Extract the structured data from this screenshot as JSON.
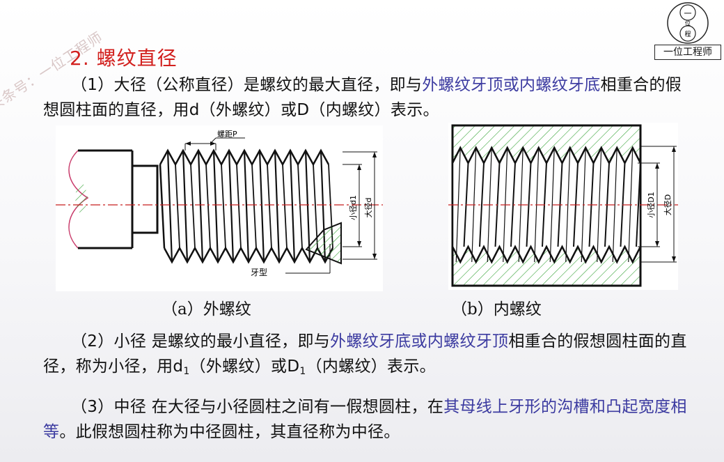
{
  "watermark": "头条号：一位工程师",
  "logo": {
    "text": "一位工程师",
    "glyph_top": "一",
    "glyph_mid": "位",
    "glyph_bottom": "程"
  },
  "section_title": "2. 螺纹直径",
  "para1": {
    "prefix": "（1）大径（公称直径）是螺纹的最大直径，即与",
    "highlight": "外螺纹牙顶或内螺纹牙底",
    "suffix": "相重合的假想圆柱面的直径，用d（外螺纹）或D（内螺纹）表示。"
  },
  "diagram_a": {
    "label_pitch": "螺距P",
    "label_minor": "小径d1",
    "label_major": "大径d",
    "label_profile": "牙型"
  },
  "diagram_b": {
    "label_minor": "小径D1",
    "label_major": "大径D"
  },
  "captions": {
    "a": "（a）外螺纹",
    "b": "（b）内螺纹"
  },
  "para2": {
    "prefix": "（2）小径  是螺纹的最小直径，即与",
    "highlight": "外螺纹牙底或内螺纹牙顶",
    "mid": "相重合的假想圆柱面的直径，称为小径，用d",
    "sub1": "1",
    "mid2": "（外螺纹）或D",
    "sub2": "1",
    "suffix": "（内螺纹）表示。"
  },
  "para3": {
    "prefix": "（3）中径  在大径与小径圆柱之间有一假想圆柱，在",
    "highlight": "其母线上牙形的沟槽和凸起宽度相等",
    "suffix": "。此假想圆柱称为中径圆柱，其直径称为中径。"
  },
  "colors": {
    "title": "#d2201e",
    "highlight": "#3b3aa0",
    "hatch": "#3aa53a",
    "centerline": "#c81e1e"
  }
}
